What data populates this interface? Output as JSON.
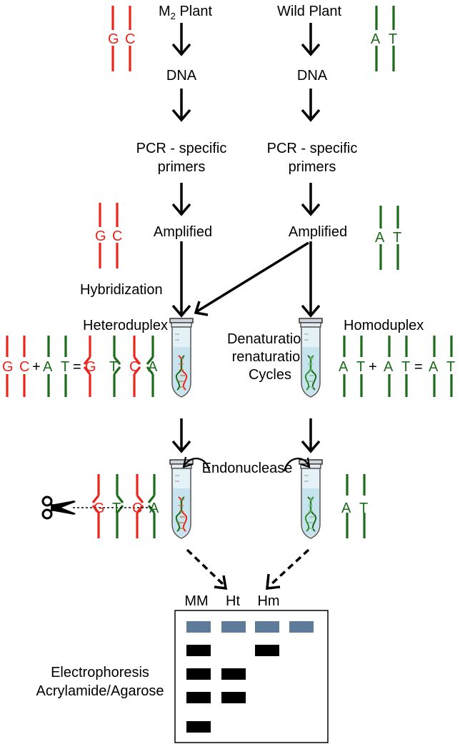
{
  "colors": {
    "mutant": "#e8251c",
    "wild": "#1b6b1b",
    "arrow": "#000000",
    "well": "#5e7b9a",
    "band": "#000000"
  },
  "left_column": {
    "title_main": "M",
    "title_sub": "2",
    "title_rest": " Plant",
    "dna": "DNA",
    "pcr_line1": "PCR - specific",
    "pcr_line2": "primers",
    "amplified": "Amplified"
  },
  "right_column": {
    "title": "Wild Plant",
    "dna": "DNA",
    "pcr_line1": "PCR - specific",
    "pcr_line2": "primers",
    "amplified": "Amplified"
  },
  "steps": {
    "hybridization": "Hybridization",
    "heteroduplex": "Heteroduplex",
    "homoduplex": "Homoduplex",
    "denat_line1": "Denaturation/",
    "denat_line2": "renaturation",
    "denat_line3": "Cycles",
    "endonuclease": "Endonuclease",
    "electro_line1": "Electrophoresis",
    "electro_line2": "Acrylamide/Agarose"
  },
  "bases": {
    "mutant": [
      "G",
      "C"
    ],
    "wild": [
      "A",
      "T"
    ],
    "plus": "+",
    "equals": "="
  },
  "gel": {
    "lanes": [
      "MM",
      "Ht",
      "Hm",
      ""
    ],
    "lane_labels": [
      "MM",
      "Ht",
      "Hm"
    ]
  },
  "icons": [
    "scissors-icon",
    "tube-icon"
  ]
}
